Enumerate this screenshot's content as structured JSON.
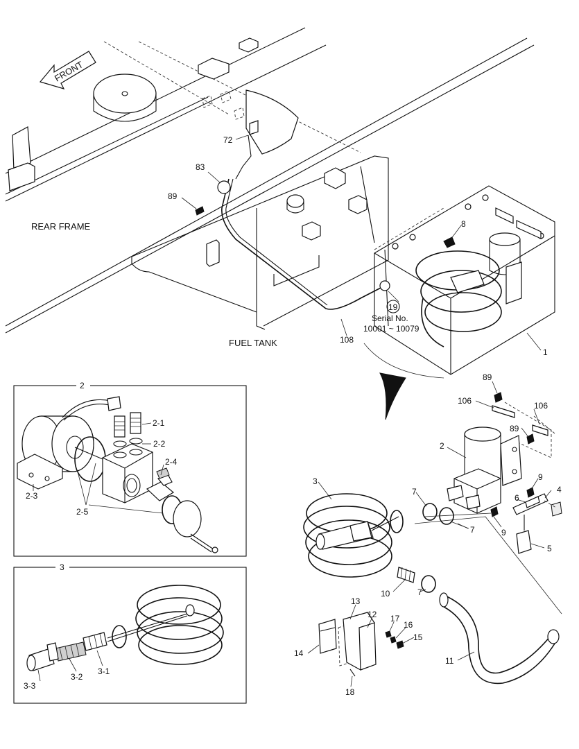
{
  "labels": {
    "front": "FRONT",
    "rear_frame": "REAR FRAME",
    "fuel_tank": "FUEL TANK",
    "serial_circle": "19",
    "serial_line1": "Serial No.",
    "serial_line2": "10001 ~ 10079",
    "box2_title": "2",
    "box3_title": "3"
  },
  "callouts": {
    "c72": "72",
    "c83": "83",
    "c89a": "89",
    "c8": "8",
    "c108": "108",
    "c1": "1",
    "c89b": "89",
    "c106a": "106",
    "c106b": "106",
    "c89c": "89",
    "c2": "2",
    "c9a": "9",
    "c4": "4",
    "c6": "6",
    "c9b": "9",
    "c5": "5",
    "c3": "3",
    "c7a": "7",
    "c7b": "7",
    "c10": "10",
    "c11": "11",
    "c13": "13",
    "c12": "12",
    "c17": "17",
    "c16": "16",
    "c15": "15",
    "c14": "14",
    "c18": "18",
    "b2_21": "2-1",
    "b2_22": "2-2",
    "b2_23": "2-3",
    "b2_24": "2-4",
    "b2_25": "2-5",
    "b3_31": "3-1",
    "b3_32": "3-2",
    "b3_33": "3-3"
  }
}
